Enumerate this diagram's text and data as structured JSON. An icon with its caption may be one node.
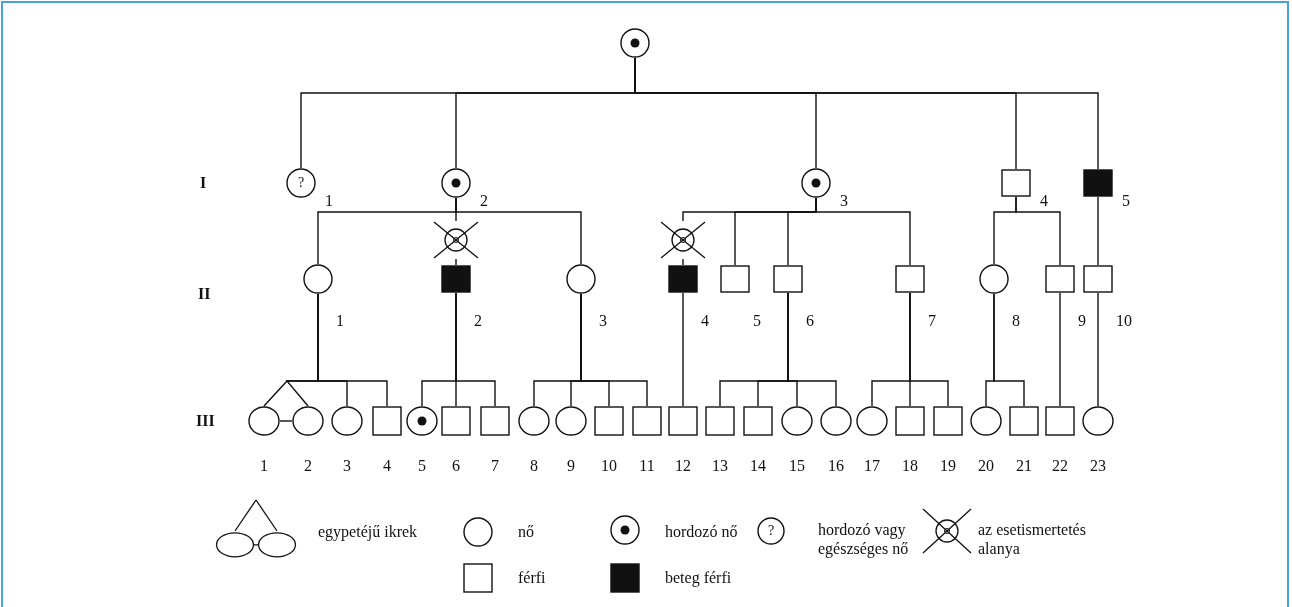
{
  "diagram": {
    "nodes": [
      {
        "text": [],
        "shape": "circle"
      },
      {
        "text": [
          "?"
        ],
        "beside": [
          "1"
        ]
      },
      {
        "text": [],
        "shape": "circle",
        "beside": [
          "2"
        ]
      },
      {
        "text": [],
        "shape": "circle",
        "beside": [
          "3"
        ]
      },
      {
        "text": [],
        "shape": "box",
        "beside": [
          "4"
        ]
      },
      {
        "text": [],
        "shape": "box",
        "beside": [
          "5"
        ]
      },
      {
        "text": [],
        "shape": "circle"
      },
      {
        "text": [],
        "shape": "circle"
      },
      {
        "text": [],
        "shape": "circle",
        "beside": [
          "1"
        ]
      },
      {
        "text": [],
        "shape": "box",
        "beside": [
          "2"
        ]
      },
      {
        "text": [],
        "shape": "circle",
        "beside": [
          "3"
        ]
      },
      {
        "text": [],
        "shape": "box",
        "beside": [
          "4"
        ]
      },
      {
        "text": [],
        "shape": "box",
        "beside": [
          "5"
        ]
      },
      {
        "text": [],
        "shape": "box",
        "beside": [
          "6"
        ]
      },
      {
        "text": [],
        "shape": "box",
        "beside": [
          "7"
        ]
      },
      {
        "text": [],
        "shape": "circle",
        "beside": [
          "8"
        ]
      },
      {
        "text": [],
        "shape": "box",
        "beside": [
          "9"
        ]
      },
      {
        "text": [],
        "shape": "box",
        "beside": [
          "10"
        ]
      },
      {
        "text": [],
        "shape": "circle",
        "beside": [
          "1"
        ]
      },
      {
        "text": [],
        "shape": "circle",
        "beside": [
          "2"
        ]
      },
      {
        "text": [],
        "shape": "circle",
        "beside": [
          "3"
        ]
      },
      {
        "text": [],
        "shape": "box",
        "beside": [
          "4"
        ]
      },
      {
        "text": [],
        "shape": "circle",
        "beside": [
          "5"
        ]
      },
      {
        "text": [],
        "shape": "box",
        "beside": [
          "6"
        ]
      },
      {
        "text": [],
        "shape": "box",
        "beside": [
          "7"
        ]
      },
      {
        "text": [],
        "shape": "circle",
        "beside": [
          "8"
        ]
      },
      {
        "text": [],
        "shape": "circle",
        "beside": [
          "9"
        ]
      },
      {
        "text": [],
        "shape": "box",
        "beside": [
          "10"
        ]
      },
      {
        "text": [],
        "shape": "box",
        "beside": [
          "11"
        ]
      },
      {
        "text": [],
        "shape": "box",
        "beside": [
          "12"
        ]
      },
      {
        "text": [],
        "shape": "box",
        "beside": [
          "13"
        ]
      },
      {
        "text": [],
        "shape": "box",
        "beside": [
          "14"
        ]
      },
      {
        "text": [],
        "shape": "circle",
        "beside": [
          "15"
        ]
      },
      {
        "text": [],
        "shape": "circle",
        "beside": [
          "16"
        ]
      },
      {
        "text": [],
        "shape": "circle",
        "beside": [
          "17"
        ]
      },
      {
        "text": [],
        "shape": "box",
        "beside": [
          "18"
        ]
      },
      {
        "text": [],
        "shape": "box",
        "beside": [
          "19"
        ]
      },
      {
        "text": [],
        "shape": "circle",
        "beside": [
          "20"
        ]
      },
      {
        "text": [],
        "shape": "box",
        "beside": [
          "21"
        ]
      },
      {
        "text": [],
        "shape": "box",
        "beside": [
          "22"
        ]
      },
      {
        "text": [],
        "shape": "circle",
        "beside": [
          "23"
        ]
      }
    ],
    "edges": [
      {
        "from": 0,
        "to": 1,
        "arrow": "none"
      },
      {
        "from": 0,
        "to": 2,
        "arrow": "none"
      },
      {
        "from": 0,
        "to": 3,
        "arrow": "none"
      },
      {
        "from": 0,
        "to": 4,
        "arrow": "none"
      },
      {
        "from": 0,
        "to": 5,
        "arrow": "none"
      },
      {
        "from": 2,
        "to": 8,
        "arrow": "none"
      },
      {
        "from": 2,
        "to": 6,
        "arrow": "none"
      },
      {
        "from": 6,
        "to": 9,
        "arrow": "none"
      },
      {
        "from": 2,
        "to": 10,
        "arrow": "none"
      },
      {
        "from": 3,
        "to": 7,
        "arrow": "none"
      },
      {
        "from": 7,
        "to": 11,
        "arrow": "none"
      },
      {
        "from": 3,
        "to": 12,
        "arrow": "none"
      },
      {
        "from": 3,
        "to": 13,
        "arrow": "none"
      },
      {
        "from": 3,
        "to": 14,
        "arrow": "none"
      },
      {
        "from": 4,
        "to": 15,
        "arrow": "none"
      },
      {
        "from": 4,
        "to": 16,
        "arrow": "none"
      },
      {
        "from": 5,
        "to": 17,
        "arrow": "none"
      },
      {
        "from": 8,
        "to": 18,
        "arrow": "none"
      },
      {
        "from": 8,
        "to": 19,
        "arrow": "none"
      },
      {
        "from": 8,
        "to": 20,
        "arrow": "none"
      },
      {
        "from": 8,
        "to": 21,
        "arrow": "none"
      },
      {
        "from": 9,
        "to": 22,
        "arrow": "none"
      },
      {
        "from": 9,
        "to": 23,
        "arrow": "none"
      },
      {
        "from": 9,
        "to": 24,
        "arrow": "none"
      },
      {
        "from": 10,
        "to": 25,
        "arrow": "none"
      },
      {
        "from": 10,
        "to": 26,
        "arrow": "none"
      },
      {
        "from": 10,
        "to": 27,
        "arrow": "none"
      },
      {
        "from": 10,
        "to": 28,
        "arrow": "none"
      },
      {
        "from": 11,
        "to": 29,
        "arrow": "none"
      },
      {
        "from": 13,
        "to": 30,
        "arrow": "none"
      },
      {
        "from": 13,
        "to": 31,
        "arrow": "none"
      },
      {
        "from": 13,
        "to": 32,
        "arrow": "none"
      },
      {
        "from": 13,
        "to": 33,
        "arrow": "none"
      },
      {
        "from": 14,
        "to": 34,
        "arrow": "none"
      },
      {
        "from": 14,
        "to": 35,
        "arrow": "none"
      },
      {
        "from": 14,
        "to": 36,
        "arrow": "none"
      },
      {
        "from": 15,
        "to": 37,
        "arrow": "none"
      },
      {
        "from": 15,
        "to": 38,
        "arrow": "none"
      },
      {
        "from": 16,
        "to": 39,
        "arrow": "none"
      },
      {
        "from": 17,
        "to": 40,
        "arrow": "none"
      },
      {
        "from": 18,
        "to": 19,
        "arrow": "none"
      }
    ],
    "labels": [
      "I",
      "II",
      "III",
      "?"
    ],
    "legend": [
      {
        "text": "egypetéjű ikrek"
      },
      {
        "text": "nő"
      },
      {
        "text": "férfi"
      },
      {
        "text": "hordozó nő"
      },
      {
        "text": "beteg férfi"
      },
      {
        "text": "hordozó vagy egészséges nő"
      },
      {
        "text": "az esetismertetés alanya"
      }
    ]
  }
}
